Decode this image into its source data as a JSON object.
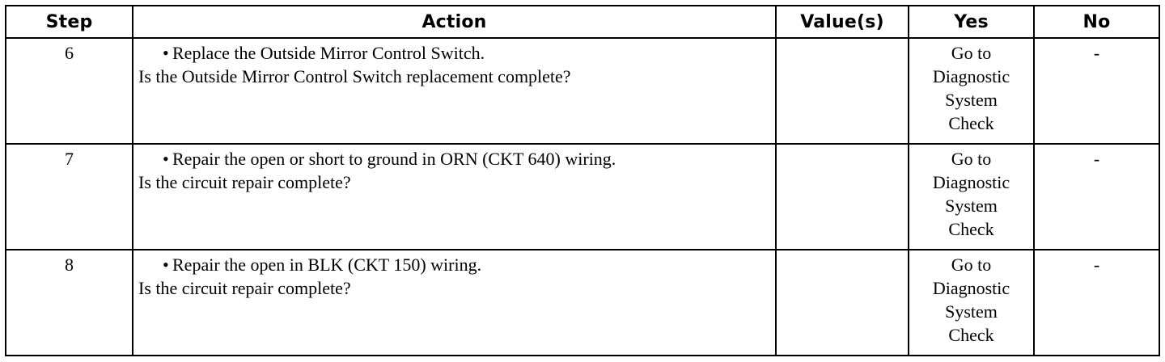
{
  "table": {
    "headers": {
      "step": "Step",
      "action": "Action",
      "values": "Value(s)",
      "yes": "Yes",
      "no": "No"
    },
    "rows": [
      {
        "step": "6",
        "bullet_mark": "•",
        "bullet": "Replace the Outside Mirror Control Switch.",
        "question": "Is the Outside Mirror Control Switch replacement complete?",
        "value": "",
        "yes": [
          "Go to",
          "Diagnostic",
          "System",
          "Check"
        ],
        "no": "-"
      },
      {
        "step": "7",
        "bullet_mark": "•",
        "bullet": "Repair the open or short to ground in ORN (CKT 640) wiring.",
        "question": "Is the circuit repair complete?",
        "value": "",
        "yes": [
          "Go to",
          "Diagnostic",
          "System",
          "Check"
        ],
        "no": "-"
      },
      {
        "step": "8",
        "bullet_mark": "•",
        "bullet": "Repair the open in BLK (CKT 150) wiring.",
        "question": "Is the circuit repair complete?",
        "value": "",
        "yes": [
          "Go to",
          "Diagnostic",
          "System",
          "Check"
        ],
        "no": "-"
      }
    ]
  }
}
